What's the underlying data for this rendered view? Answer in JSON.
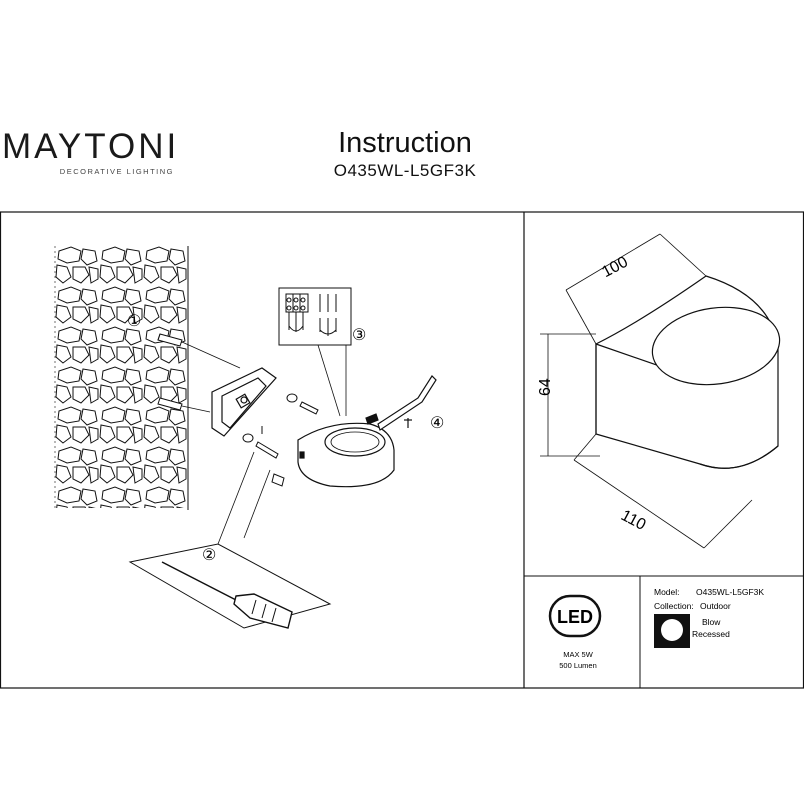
{
  "brand": {
    "name": "MAYTONI",
    "tagline": "DECORATIVE LIGHTING"
  },
  "header": {
    "title": "Instruction",
    "model_code": "O435WL-L5GF3K"
  },
  "steps": {
    "step1": "①",
    "step2": "②",
    "step3": "③",
    "step4": "④"
  },
  "dimensions": {
    "depth": "100",
    "height": "64",
    "width": "110"
  },
  "spec": {
    "led_badge": "LED",
    "power": "MAX 5W",
    "lumen": "500 Lumen",
    "model_label": "Model:",
    "model_value": "O435WL-L5GF3K",
    "collection_label": "Collection:",
    "collection_value": "Outdoor",
    "mount_line1": "Blow",
    "mount_line2": "Recessed"
  }
}
